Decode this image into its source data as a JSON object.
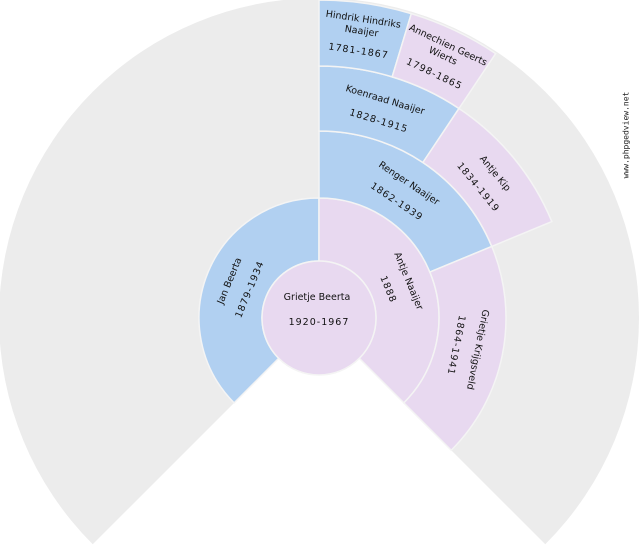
{
  "watermark": "www.phpgedview.net",
  "colors": {
    "male": "#b1d0f1",
    "female": "#e8d9f0",
    "empty": "#ececec",
    "separator": "#f4f4f4"
  },
  "root": {
    "name": "Grietje Beerta",
    "dates": "1920-1967",
    "sex": "F"
  },
  "people": [
    {
      "gen": 1,
      "slot": 0,
      "name": "Jan Beerta",
      "dates": "1879-1934",
      "sex": "M"
    },
    {
      "gen": 1,
      "slot": 1,
      "name": "Antje Naaijer",
      "dates": "1888",
      "sex": "F"
    },
    {
      "gen": 2,
      "slot": 2,
      "name": "Renger Naaijer",
      "dates": "1862-1939",
      "sex": "M"
    },
    {
      "gen": 2,
      "slot": 3,
      "name": "Grietje Krijgsveld",
      "dates": "1864-1941",
      "sex": "F"
    },
    {
      "gen": 3,
      "slot": 4,
      "name": "Koenraad Naaijer",
      "dates": "1828-1915",
      "sex": "M"
    },
    {
      "gen": 3,
      "slot": 5,
      "name": "Antje Kip",
      "dates": "1834-1919",
      "sex": "F"
    },
    {
      "gen": 4,
      "slot": 8,
      "name": "Hindrik Hindriks Naaijer",
      "dates": "1781-1867",
      "sex": "M"
    },
    {
      "gen": 4,
      "slot": 9,
      "name": "Annechien Geerts Wierts",
      "dates": "1798-1865",
      "sex": "F"
    }
  ]
}
